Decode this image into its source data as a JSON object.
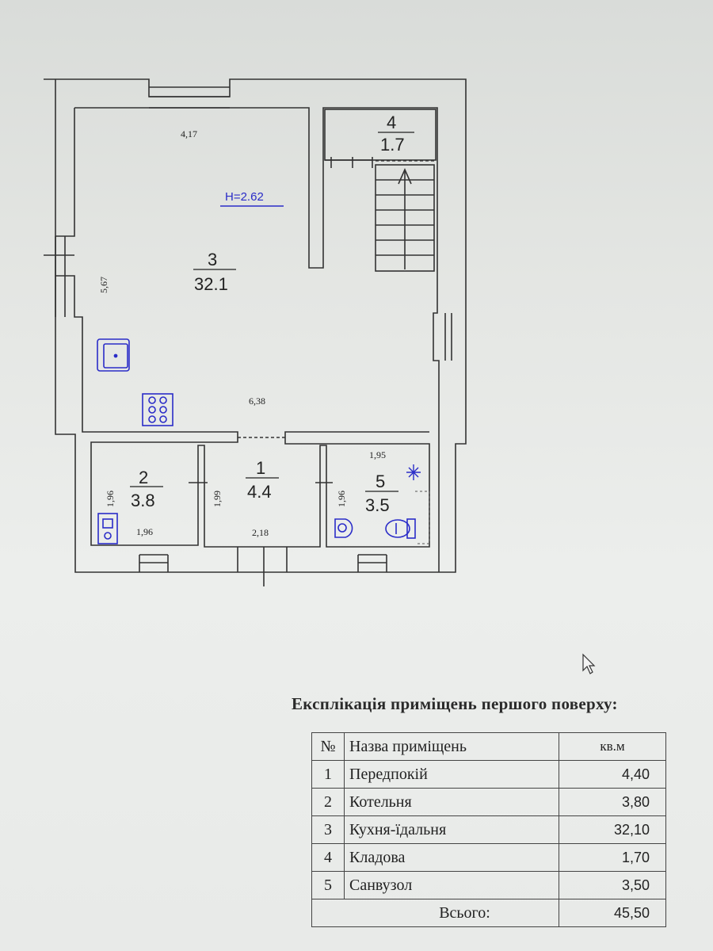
{
  "plan": {
    "height_label": "H=2.62",
    "rooms": [
      {
        "no": "1",
        "area": "4.4"
      },
      {
        "no": "2",
        "area": "3.8"
      },
      {
        "no": "3",
        "area": "32.1"
      },
      {
        "no": "4",
        "area": "1.7"
      },
      {
        "no": "5",
        "area": "3.5"
      }
    ],
    "dims": {
      "top": "4,17",
      "left": "5,67",
      "middle": "6,38",
      "r1_width": "2,18",
      "r1_height": "1,99",
      "r2_height": "1,96",
      "r2_width": "1,96",
      "r5_width": "1,95",
      "r5_height": "1,96"
    }
  },
  "table": {
    "title": "Експлікація приміщень першого поверху:",
    "headers": {
      "no": "№",
      "name": "Назва приміщень",
      "area": "кв.м"
    },
    "rows": [
      {
        "no": "1",
        "name": "Передпокій",
        "area": "4,40"
      },
      {
        "no": "2",
        "name": "Котельня",
        "area": "3,80"
      },
      {
        "no": "3",
        "name": "Кухня-їдальня",
        "area": "32,10"
      },
      {
        "no": "4",
        "name": "Кладова",
        "area": "1,70"
      },
      {
        "no": "5",
        "name": "Санвузол",
        "area": "3,50"
      }
    ],
    "total_label": "Всього:",
    "total_value": "45,50"
  }
}
